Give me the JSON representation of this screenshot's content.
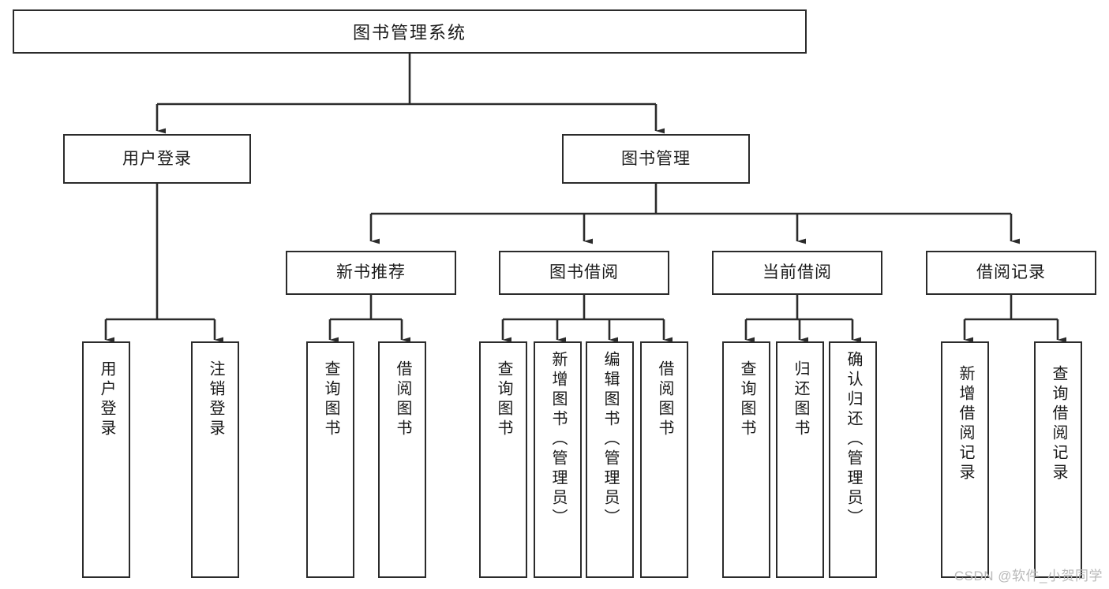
{
  "diagram": {
    "type": "tree-hierarchy",
    "root": {
      "label": "图书管理系统"
    },
    "level2": [
      {
        "label": "用户登录"
      },
      {
        "label": "图书管理"
      }
    ],
    "level3": [
      {
        "label": "新书推荐"
      },
      {
        "label": "图书借阅"
      },
      {
        "label": "当前借阅"
      },
      {
        "label": "借阅记录"
      }
    ],
    "leaves": [
      {
        "label": "用户登录",
        "parent": "用户登录"
      },
      {
        "label": "注销登录",
        "parent": "用户登录"
      },
      {
        "label": "查询图书",
        "parent": "新书推荐"
      },
      {
        "label": "借阅图书",
        "parent": "新书推荐"
      },
      {
        "label": "查询图书",
        "parent": "图书借阅"
      },
      {
        "label": "新增图书（管理员）",
        "parent": "图书借阅"
      },
      {
        "label": "编辑图书（管理员）",
        "parent": "图书借阅"
      },
      {
        "label": "借阅图书",
        "parent": "图书借阅"
      },
      {
        "label": "查询图书",
        "parent": "当前借阅"
      },
      {
        "label": "归还图书",
        "parent": "当前借阅"
      },
      {
        "label": "确认归还（管理员）",
        "parent": "当前借阅"
      },
      {
        "label": "新增借阅记录",
        "parent": "借阅记录"
      },
      {
        "label": "查询借阅记录",
        "parent": "借阅记录"
      }
    ]
  },
  "watermark": {
    "text": "CSDN @软件_小贺同学"
  },
  "colors": {
    "stroke": "#2b2b2b",
    "fill": "#ffffff",
    "text": "#1a1a1a",
    "watermark": "#b9b9b9"
  }
}
